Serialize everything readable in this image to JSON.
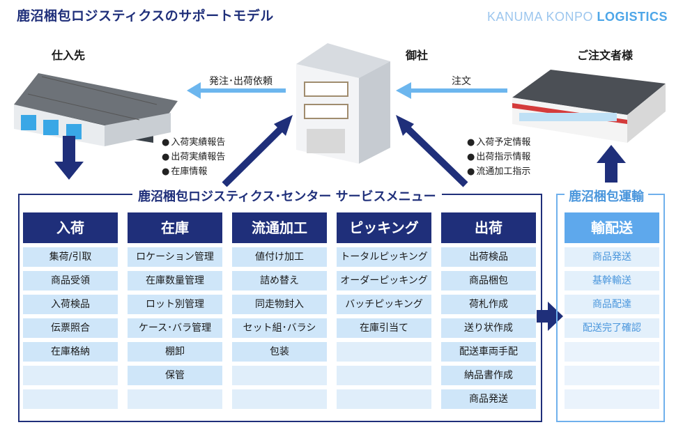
{
  "header": {
    "title": "鹿沼梱包ロジスティクスのサポートモデル",
    "brand_light": "KANUMA KONPO ",
    "brand_bold": "LOGISTICS"
  },
  "nodes": {
    "supplier": "仕入先",
    "company": "御社",
    "customer": "ご注文者様"
  },
  "arrows": {
    "order_to_supplier": "発注･出荷依頼",
    "customer_order": "注文"
  },
  "reports_left": [
    "入荷実績報告",
    "出荷実績報告",
    "在庫情報"
  ],
  "reports_right": [
    "入荷予定情報",
    "出荷指示情報",
    "流通加工指示"
  ],
  "center": {
    "title": "鹿沼梱包ロジスティクス･センター サービスメニュー",
    "columns": [
      {
        "head": "入荷",
        "items": [
          "集荷/引取",
          "商品受領",
          "入荷検品",
          "伝票照合",
          "在庫格納",
          "",
          ""
        ]
      },
      {
        "head": "在庫",
        "items": [
          "ロケーション管理",
          "在庫数量管理",
          "ロット別管理",
          "ケース･バラ管理",
          "棚卸",
          "保管",
          ""
        ]
      },
      {
        "head": "流通加工",
        "items": [
          "値付け加工",
          "詰め替え",
          "同走物封入",
          "セット組･バラシ",
          "包装",
          "",
          ""
        ]
      },
      {
        "head": "ピッキング",
        "items": [
          "トータルピッキング",
          "オーダーピッキング",
          "バッチピッキング",
          "在庫引当て",
          "",
          "",
          ""
        ]
      },
      {
        "head": "出荷",
        "items": [
          "出荷検品",
          "商品梱包",
          "荷札作成",
          "送り状作成",
          "配送車両手配",
          "納品書作成",
          "商品発送"
        ]
      }
    ]
  },
  "transport": {
    "title": "鹿沼梱包運輸",
    "head": "輸配送",
    "items": [
      "商品発送",
      "基幹輸送",
      "商品配達",
      "配送完了確認",
      "",
      "",
      ""
    ]
  },
  "colors": {
    "navy": "#1f2f7a",
    "light_blue": "#4da6e8",
    "cell_blue": "#cfe6f9"
  }
}
